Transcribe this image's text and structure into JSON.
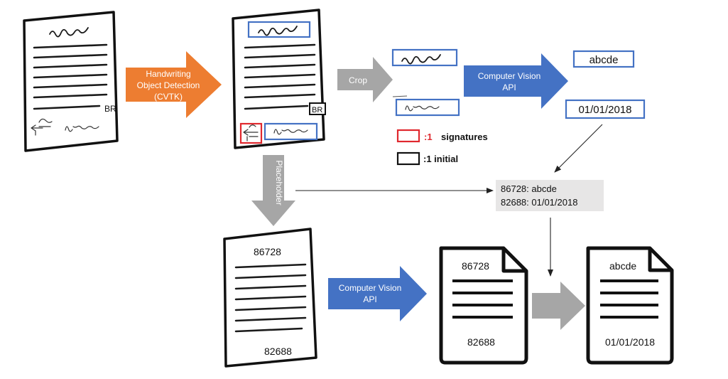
{
  "colors": {
    "orange": "#ED7D31",
    "blue": "#4472C4",
    "gray": "#A6A6A6",
    "red": "#E0282E",
    "black": "#111111",
    "box_fill": "#E7E6E6"
  },
  "original_doc": {
    "initial_text": "BR"
  },
  "detected_doc": {
    "initial_text": "BR"
  },
  "arrows": {
    "detection_label": [
      "Handwriting",
      "Object Detection",
      "(CVTK)"
    ],
    "crop_label": "Crop",
    "cv_api_top_label": [
      "Computer Vision",
      "API"
    ],
    "placeholder_label": "Placeholder",
    "cv_api_bottom_label": [
      "Computer Vision",
      "API"
    ]
  },
  "ocr_results": {
    "result1": "abcde",
    "result2": "01/01/2018"
  },
  "legend": {
    "signatures_count": ":1",
    "signatures_label": "signatures",
    "initial_label": ":1 initial"
  },
  "mapping": {
    "line1": "86728: abcde",
    "line2": "82688: 01/01/2018"
  },
  "placeholder_doc": {
    "top_id": "86728",
    "bottom_id": "82688"
  },
  "ocr_doc": {
    "top_text": "86728",
    "bottom_text": "82688"
  },
  "final_doc": {
    "top_text": "abcde",
    "bottom_text": "01/01/2018"
  }
}
